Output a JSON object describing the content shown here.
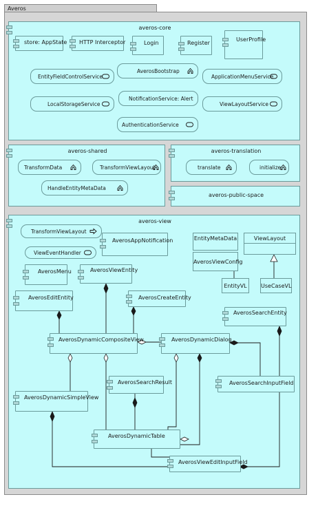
{
  "root": {
    "title": "Averos"
  },
  "packages": {
    "core": "averos-core",
    "shared": "averos-shared",
    "translation": "averos-translation",
    "public_space": "averos-public-space",
    "view": "averos-view"
  },
  "core": {
    "store": "store: AppState",
    "http": "HTTP Interceptor",
    "login": "Login",
    "register": "Register",
    "profile": "UserProfile",
    "bootstrap": "AverosBootstrap",
    "entity_field": "EntityFieldControlService",
    "app_menu": "ApplicationMenuService",
    "notification": "NotificationService: Alert",
    "local_storage": "LocalStorageService",
    "view_layout": "ViewLayoutService",
    "auth": "AuthenticationService"
  },
  "shared": {
    "transform_data": "TransformData",
    "transform_view_layout": "TransformViewLayout",
    "handle_meta": "HandleEntityMetaData"
  },
  "translation": {
    "translate": "translate",
    "initialize": "initialize"
  },
  "view": {
    "transform_view_layout": "TransformViewLayout",
    "view_event_handler": "ViewEventHandler",
    "app_notification": "AverosAppNotification",
    "menu": "AverosMenu",
    "view_entity": "AverosViewEntity",
    "edit_entity": "AverosEditEntity",
    "create_entity": "AverosCreateEntity",
    "composite_view": "AverosDynamicCompositeView",
    "dynamic_dialog": "AverosDynamicDialog",
    "search_entity": "AverosSearchEntity",
    "search_result": "AverosSearchResult",
    "search_input": "AverosSearchInputField",
    "simple_view": "AverosDynamicSimpleView",
    "dynamic_table": "AverosDynamicTable",
    "view_edit_input": "AverosViewEditInputField",
    "entity_meta": "EntityMetaData",
    "view_config": "AverosViewConfig",
    "view_layout": "ViewLayout",
    "entity_vl": "EntityVL",
    "usecase_vl": "UseCaseVL"
  },
  "colors": {
    "package_fill": "#c4fbfb",
    "frame_fill": "#d6d6d6",
    "border": "#6a9a9a",
    "line": "#1a1a1a"
  }
}
